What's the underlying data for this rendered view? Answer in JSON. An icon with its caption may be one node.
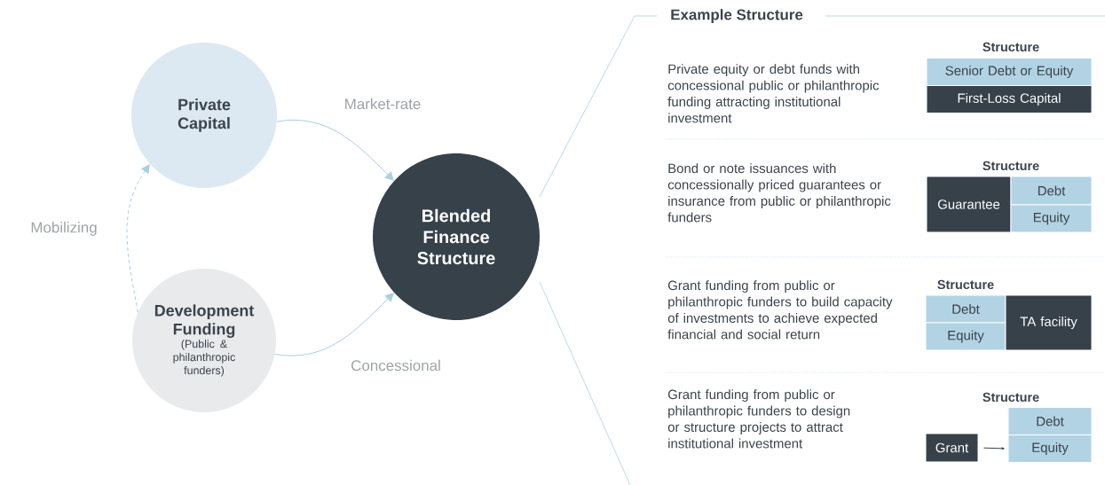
{
  "diagram": {
    "nodes": [
      {
        "text": [
          "Private Capital"
        ]
      },
      {
        "text": [
          "Development Funding",
          "(Public & philanthropic funders)"
        ]
      },
      {
        "text": [
          "Blended Finance Structure"
        ]
      },
      {
        "text": [
          "Senior Debt or Equity"
        ]
      },
      {
        "text": [
          "First-Loss Capital"
        ]
      },
      {
        "text": [
          "Guarantee"
        ]
      },
      {
        "text": [
          "Debt"
        ]
      },
      {
        "text": [
          "Equity"
        ]
      },
      {
        "text": [
          "Debt"
        ]
      },
      {
        "text": [
          "Equity"
        ]
      },
      {
        "text": [
          "TA facility"
        ]
      },
      {
        "text": [
          "Grant"
        ]
      },
      {
        "text": [
          "Debt"
        ]
      },
      {
        "text": [
          "Equity"
        ]
      }
    ],
    "edges": [
      {
        "from": 1,
        "to": 0,
        "arrow": "to",
        "style": "dashed",
        "label": "Mobilizing"
      },
      {
        "from": 0,
        "to": 2,
        "arrow": "to",
        "label": "Market-rate"
      },
      {
        "from": 1,
        "to": 2,
        "arrow": "to",
        "label": "Concessional"
      },
      {
        "from": 11,
        "to": 13,
        "arrow": "to",
        "color": "#37414a"
      }
    ],
    "labels": [
      "Example Structure",
      "Private equity or debt funds with concessional public or philanthropic funding attracting institutional investment",
      "Structure",
      "Bond or note issuances with concessionally priced guarantees or insurance from public or philanthropic funders",
      "Structure",
      "Grant funding from public or philanthropic funders to build capacity of investments to achieve expected financial and social return",
      "Structure",
      "Grant funding from public or philanthropic funders to design or structure projects to attract institutional investment",
      "Structure"
    ]
  }
}
